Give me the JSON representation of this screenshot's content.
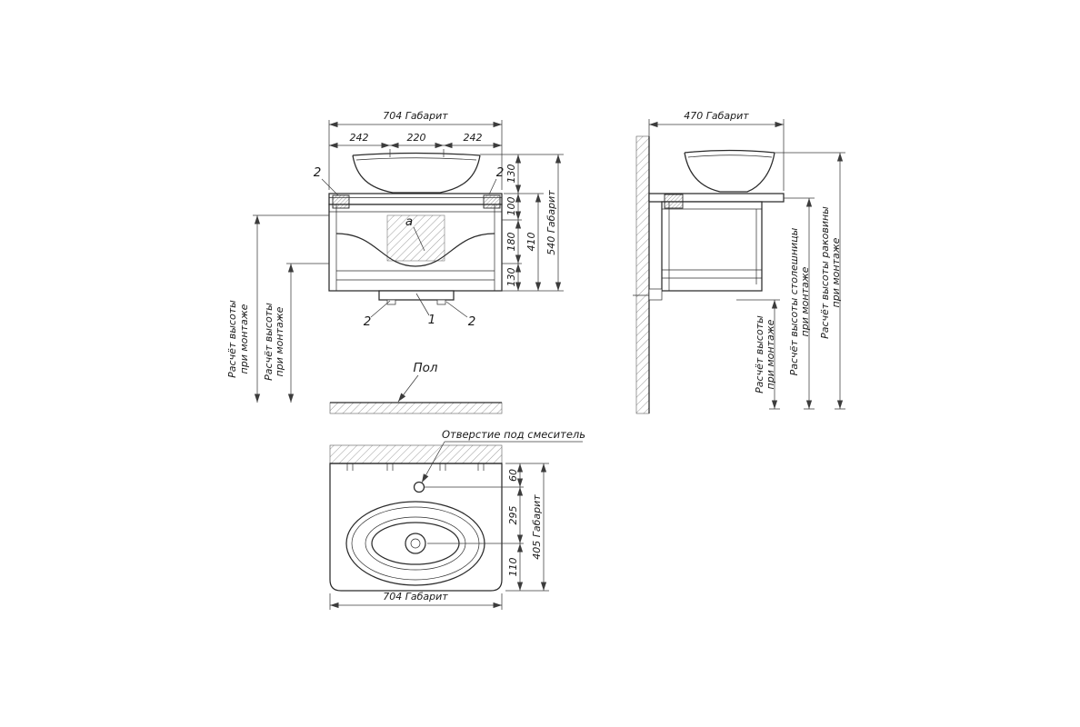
{
  "drawing": {
    "front_view": {
      "dim_width_total": "704 Габарит",
      "dim_segment_left": "242",
      "dim_segment_center": "220",
      "dim_segment_right": "242",
      "dim_sink_height": "130",
      "dim_top_section": "100",
      "dim_middle_section": "180",
      "dim_bottom_section": "130",
      "dim_cabinet_height": "410",
      "dim_height_total": "540 Габарит",
      "callout_bracket_left": "2",
      "callout_bracket_right": "2",
      "callout_panel": "a",
      "callout_foot_left": "2",
      "callout_base": "1",
      "callout_foot_right": "2",
      "note_mount_height_line1": "Расчёт высоты",
      "note_mount_height_line2": "при монтаже",
      "floor_label": "Пол"
    },
    "side_view": {
      "dim_depth_total": "470 Габарит",
      "note_mount_height_line1": "Расчёт высоты",
      "note_mount_height_line2": "при монтаже",
      "note_countertop_height_line1": "Расчёт высоты столешницы",
      "note_countertop_height_line2": "при монтаже",
      "note_sink_height_line1": "Расчёт высоты раковины",
      "note_sink_height_line2": "при монтаже"
    },
    "top_view": {
      "faucet_hole_label": "Отверстие под смеситель",
      "dim_faucet_offset": "60",
      "dim_faucet_to_drain": "295",
      "dim_drain_to_front": "110",
      "dim_depth_total": "405 Габарит",
      "dim_width_total": "704 Габарит"
    }
  },
  "colors": {
    "outline": "#2b2b2b",
    "dimension": "#3c3c3c",
    "text": "#1a1a1a",
    "background": "#ffffff"
  }
}
